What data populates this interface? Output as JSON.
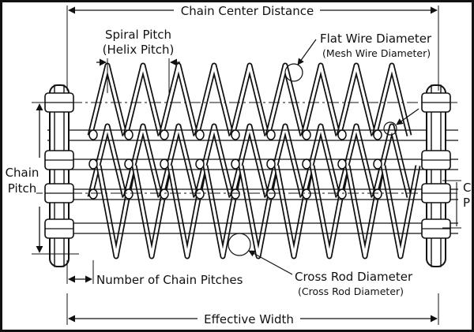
{
  "labels": {
    "chain_center_distance": "Chain Center Distance",
    "spiral_pitch": "Spiral Pitch",
    "helix_pitch": "(Helix Pitch)",
    "flat_wire_diameter": "Flat Wire Diameter",
    "mesh_wire_diameter": "(Mesh Wire Diameter)",
    "chain_pitch_line1": "Chain",
    "chain_pitch_line2": "Pitch",
    "right_clip_line1": "C",
    "right_clip_line2": "P",
    "number_of_chain_pitches": "Number of Chain Pitches",
    "cross_rod_diameter": "Cross Rod Diameter",
    "cross_rod_diameter_sub": "(Cross Rod Diameter)",
    "effective_width": "Effective Width"
  },
  "colors": {
    "line": "#111111",
    "background": "#ffffff"
  }
}
